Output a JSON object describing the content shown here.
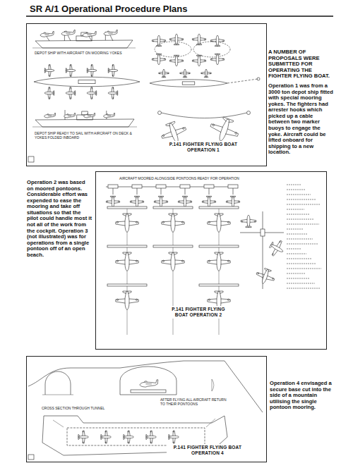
{
  "diagram": {
    "title": "SR A/1 Operational Procedure Plans",
    "nodes": [
      {
        "text": [
          "P.141 FIGHTER FLYING BOAT OPERATION 1"
        ]
      },
      {
        "text": [
          "P.141 FIGHTER FLYING BOAT OPERATION 2"
        ]
      },
      {
        "text": [
          "P.141 FIGHTER FLYING BOAT OPERATION 4"
        ]
      }
    ],
    "labels": [
      "A NUMBER OF PROPOSALS WERE SUBMITTED FOR OPERATING THE FIGHTER FLYING BOAT.",
      "Operation 1 was from a 3000 ton depot ship fitted with special mooring yokes. The fighters had arrester hooks which picked up a cable between two marker buoys to engage the yoke. Aircraft could be lifted onboard for shipping to a new location.",
      "Operation 2 was based on moored pontoons. Considerable effort was expended to ease the mooring and take off situations so that the pilot could handle most it not all of the work from the cockpit. Operation 3 (not illustrated) was for operations from a single pontoon off of an open beach.",
      "Operation 4 envisaged a secure base cut into the side of a mountain utilising the single pontoon mooring.",
      "DEPOT SHIP WITH AIRCRAFT ON MOORING YOKES",
      "DEPOT SHIP READY TO SAIL WITH AIRCRAFT ON DECK & YOKES FOLDED INBOARD",
      "AIRCRAFT MOORED ALONGSIDE PONTOONS READY FOR OPERATION",
      "CROSS SECTION THROUGH TUNNEL",
      "AFTER FLYING ALL AIRCRAFT RETURN TO THEIR PONTOONS"
    ]
  }
}
